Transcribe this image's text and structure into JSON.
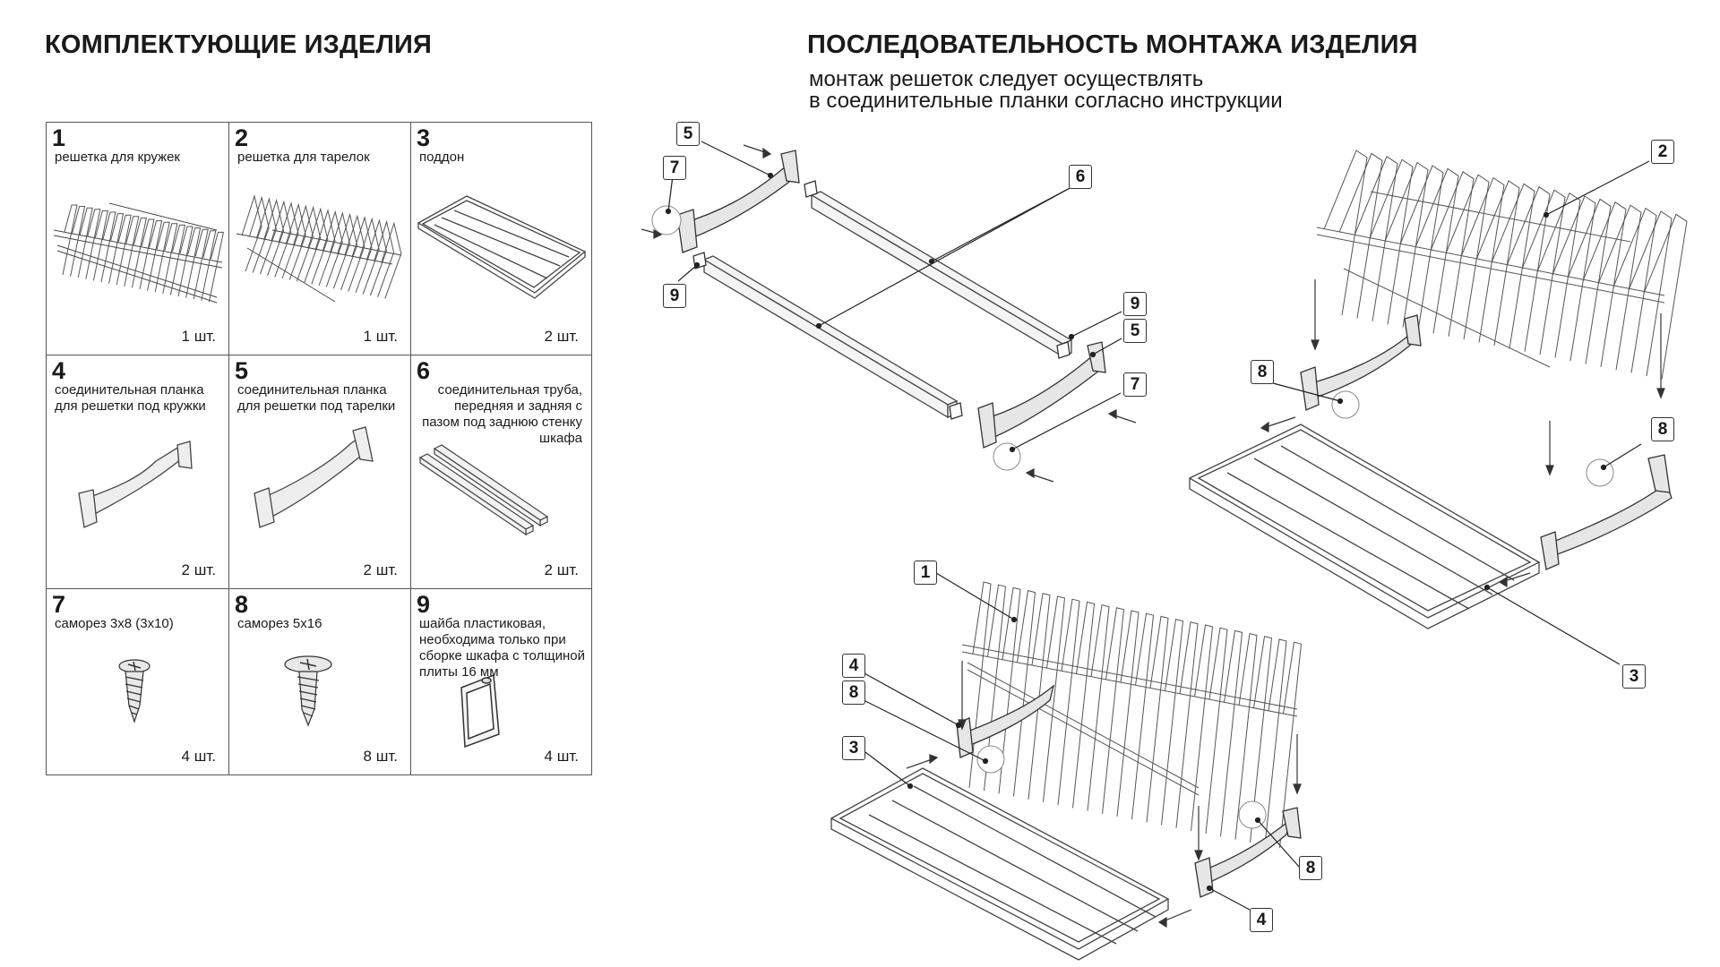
{
  "left_title": "КОМПЛЕКТУЮЩИЕ ИЗДЕЛИЯ",
  "right_title": "ПОСЛЕДОВАТЕЛЬНОСТЬ МОНТАЖА ИЗДЕЛИЯ",
  "subtitle": {
    "line1": "монтаж решеток следует осуществлять",
    "line2": "в соединительные планки согласно инструкции"
  },
  "parts": [
    {
      "num": "1",
      "desc": "решетка для кружек",
      "qty": "1 шт.",
      "icon": "cup-rack-icon"
    },
    {
      "num": "2",
      "desc": "решетка для тарелок",
      "qty": "1 шт.",
      "icon": "plate-rack-icon"
    },
    {
      "num": "3",
      "desc": "поддон",
      "qty": "2 шт.",
      "icon": "tray-icon"
    },
    {
      "num": "4",
      "desc": "соединительная планка для решетки под кружки",
      "qty": "2 шт.",
      "icon": "cup-bracket-icon"
    },
    {
      "num": "5",
      "desc": "соединительная планка для решетки под тарелки",
      "qty": "2 шт.",
      "icon": "plate-bracket-icon"
    },
    {
      "num": "6",
      "desc": "соединительная труба, передняя и задняя с пазом под заднюю стенку шкафа",
      "qty": "2 шт.",
      "icon": "tube-icon"
    },
    {
      "num": "7",
      "desc": "саморез 3х8 (3х10)",
      "qty": "4 шт.",
      "icon": "screw-small-icon"
    },
    {
      "num": "8",
      "desc": "саморез 5х16",
      "qty": "8 шт.",
      "icon": "screw-large-icon"
    },
    {
      "num": "9",
      "desc": "шайба пластиковая, необходима только при сборке шкафа с толщиной плиты 16 мм",
      "qty": "4 шт.",
      "icon": "washer-icon"
    }
  ],
  "callouts": [
    "5",
    "7",
    "9",
    "6",
    "9",
    "5",
    "7",
    "2",
    "8",
    "8",
    "3",
    "1",
    "4",
    "8",
    "3",
    "8",
    "4"
  ]
}
